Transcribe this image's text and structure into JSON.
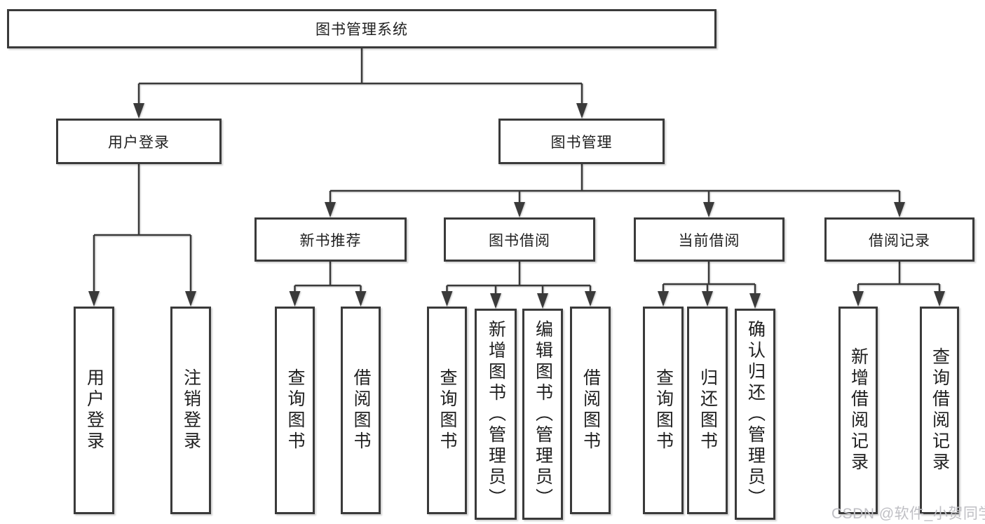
{
  "page": {
    "background": "#ffffff"
  },
  "colors": {
    "line": "#3a3a3a",
    "box_border": "#3a3a3a",
    "box_fill": "#ffffff",
    "text": "#1f1f1f",
    "watermark_text": "#bfbfc4"
  },
  "nodes": {
    "root": "图书管理系统",
    "user_login": "用户登录",
    "book_management": "图书管理",
    "new_book_recommend": "新书推荐",
    "book_borrowing": "图书借阅",
    "current_borrowing": "当前借阅",
    "borrow_records": "借阅记录",
    "leaf_user_login": "用户登录",
    "leaf_logout": "注销登录",
    "leaf_nbr_query_books": "查询图书",
    "leaf_nbr_borrow_books": "借阅图书",
    "leaf_bb_query_books": "查询图书",
    "leaf_bb_add_books_admin": "新增图书（管理员）",
    "leaf_bb_edit_books_admin": "编辑图书（管理员）",
    "leaf_bb_borrow_books": "借阅图书",
    "leaf_cb_query_books": "查询图书",
    "leaf_cb_return_books": "归还图书",
    "leaf_cb_confirm_return_admin": "确认归还（管理员）",
    "leaf_br_add_record": "新增借阅记录",
    "leaf_br_query_record": "查询借阅记录"
  },
  "hierarchy": {
    "图书管理系统": {
      "用户登录": [
        "用户登录",
        "注销登录"
      ],
      "图书管理": {
        "新书推荐": [
          "查询图书",
          "借阅图书"
        ],
        "图书借阅": [
          "查询图书",
          "新增图书（管理员）",
          "编辑图书（管理员）",
          "借阅图书"
        ],
        "当前借阅": [
          "查询图书",
          "归还图书",
          "确认归还（管理员）"
        ],
        "借阅记录": [
          "新增借阅记录",
          "查询借阅记录"
        ]
      }
    }
  },
  "watermark": "CSDN @软件_小贺同学"
}
